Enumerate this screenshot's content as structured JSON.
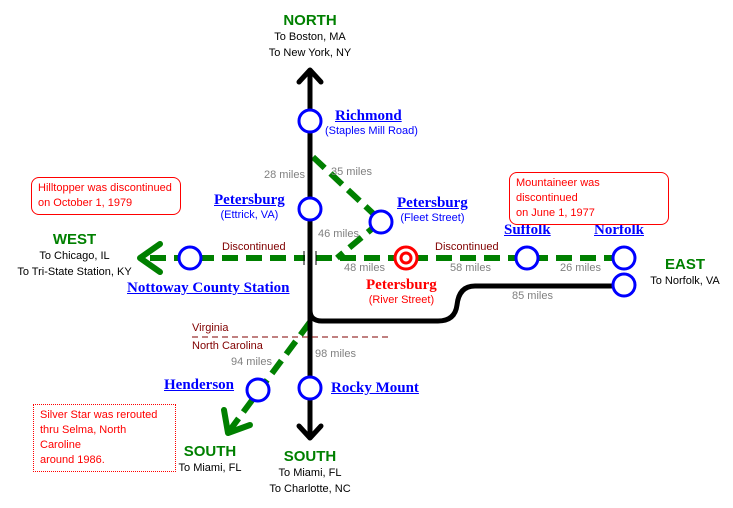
{
  "directions": {
    "north": {
      "label": "NORTH",
      "lines": [
        "To Boston, MA",
        "To New York, NY"
      ]
    },
    "west": {
      "label": "WEST",
      "lines": [
        "To Chicago, IL",
        "To Tri-State Station, KY"
      ]
    },
    "east": {
      "label": "EAST",
      "lines": [
        "To Norfolk, VA"
      ]
    },
    "south_green": {
      "label": "SOUTH",
      "lines": [
        "To Miami, FL"
      ]
    },
    "south_black": {
      "label": "SOUTH",
      "lines": [
        "To Miami, FL",
        "To Charlotte, NC"
      ]
    }
  },
  "stations": {
    "richmond": {
      "name": "Richmond",
      "sub": "(Staples Mill Road)"
    },
    "petersburg_ettrick": {
      "name": "Petersburg",
      "sub": "(Ettrick, VA)"
    },
    "petersburg_fleet": {
      "name": "Petersburg",
      "sub": "(Fleet Street)"
    },
    "petersburg_river": {
      "name": "Petersburg",
      "sub": "(River Street)"
    },
    "nottoway": {
      "name": "Nottoway County Station"
    },
    "suffolk": {
      "name": "Suffolk"
    },
    "norfolk": {
      "name": "Norfolk"
    },
    "henderson": {
      "name": "Henderson"
    },
    "rocky_mount": {
      "name": "Rocky Mount"
    }
  },
  "distances": {
    "d28": "28 miles",
    "d35": "35 miles",
    "d46": "46 miles",
    "d48": "48 miles",
    "d58": "58 miles",
    "d26": "26 miles",
    "d85": "85 miles",
    "d94": "94 miles",
    "d98": "98 miles"
  },
  "segment_labels": {
    "west_discontinued": "Discontinued",
    "east_discontinued": "Discontinued"
  },
  "state_line": {
    "north_side": "Virginia",
    "south_side": "North Carolina"
  },
  "notes": {
    "hilltopper": [
      "Hilltopper was discontinued",
      "on October 1, 1979"
    ],
    "mountaineer": [
      "Mountaineer was discontinued",
      "on June 1, 1977"
    ],
    "silver_star": [
      "Silver Star was rerouted",
      "thru Selma, North Caroline",
      "around 1986."
    ]
  },
  "colors": {
    "green_route": "#008000",
    "black_route": "#000000",
    "station_ring": "#0000ff",
    "highlight_station": "#ff0000",
    "note_border": "#ff0000"
  }
}
